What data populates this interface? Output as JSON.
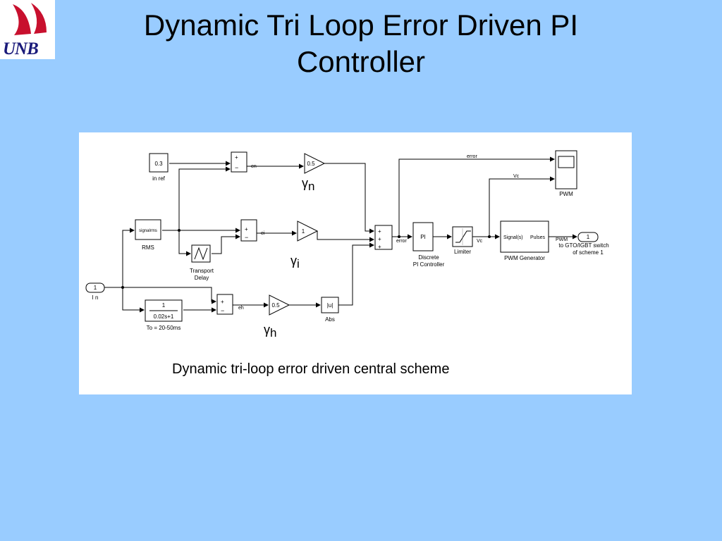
{
  "slide": {
    "title_line1": "Dynamic Tri Loop Error Driven PI",
    "title_line2": "Controller",
    "logo_text": "UNB"
  },
  "diagram": {
    "caption": "Dynamic tri-loop error driven central scheme",
    "blocks": {
      "in_ref_value": "0.3",
      "in_ref_label": "in ref",
      "rms_block": "signalrms",
      "rms_label": "RMS",
      "transport_delay_label_1": "Transport",
      "transport_delay_label_2": "Delay",
      "inport_number": "1",
      "inport_label": "I n",
      "tf_numerator": "1",
      "tf_denominator": "0.02s+1",
      "tf_label": "To = 20-50ms",
      "gain_n": "0.5",
      "gain_i": "1",
      "gain_h": "0.5",
      "abs_block": "|u|",
      "abs_label": "Abs",
      "pi_block": "PI",
      "pi_label_1": "Discrete",
      "pi_label_2": "PI Controller",
      "limiter_label": "Limiter",
      "pwm_gen_block_left": "Signal(s)",
      "pwm_gen_block_right": "Pulses",
      "pwm_gen_label": "PWM Generator",
      "scope_label": "PWM",
      "outport_number": "1",
      "outport_label_1": "to GTO/IGBT switch",
      "outport_label_2": "of scheme 1"
    },
    "signals": {
      "en": "en",
      "ei": "ei",
      "eh": "eh",
      "error_top": "error",
      "error_mid": "error",
      "vc_top": "Vc",
      "vc_mid": "Vc",
      "pwm": "PWM"
    },
    "gamma": {
      "symbol": "γ",
      "n": "n",
      "i": "i",
      "h": "h"
    }
  }
}
